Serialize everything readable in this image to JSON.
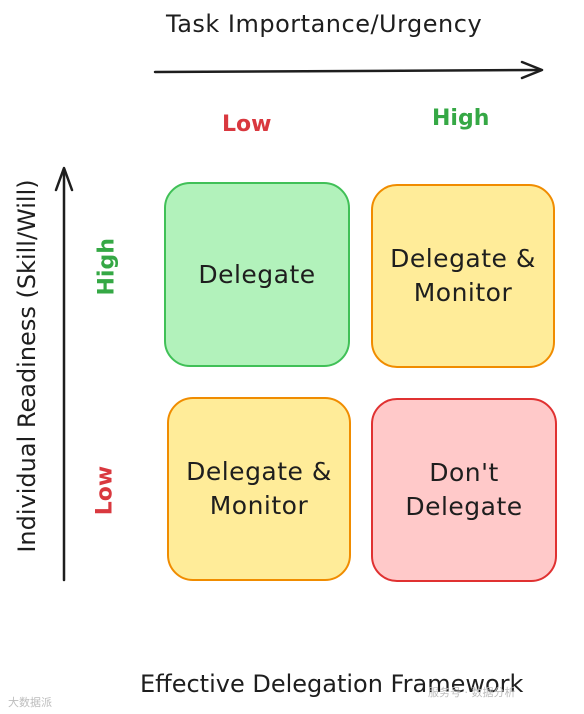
{
  "x_axis": {
    "title": "Task Importance/Urgency",
    "low_label": "Low",
    "high_label": "High"
  },
  "y_axis": {
    "title": "Individual Readiness (Skill/Will)",
    "high_label": "High",
    "low_label": "Low"
  },
  "cells": {
    "high_readiness_low_importance": {
      "text": "Delegate",
      "fill": "#b2f2bb",
      "stroke": "#40c057"
    },
    "high_readiness_high_importance": {
      "text": "Delegate &\nMonitor",
      "fill": "#ffec99",
      "stroke": "#f08c00"
    },
    "low_readiness_low_importance": {
      "text": "Delegate &\nMonitor",
      "fill": "#ffec99",
      "stroke": "#f08c00"
    },
    "low_readiness_high_importance": {
      "text": "Don't\nDelegate",
      "fill": "#ffc9c9",
      "stroke": "#e03131"
    }
  },
  "footer": {
    "title": "Effective Delegation Framework"
  },
  "watermarks": {
    "left": "大数据派",
    "right": "服务号 · 数据分析"
  },
  "colors": {
    "low": "#d9383f",
    "high": "#35a845",
    "ink": "#1e1e1e"
  }
}
